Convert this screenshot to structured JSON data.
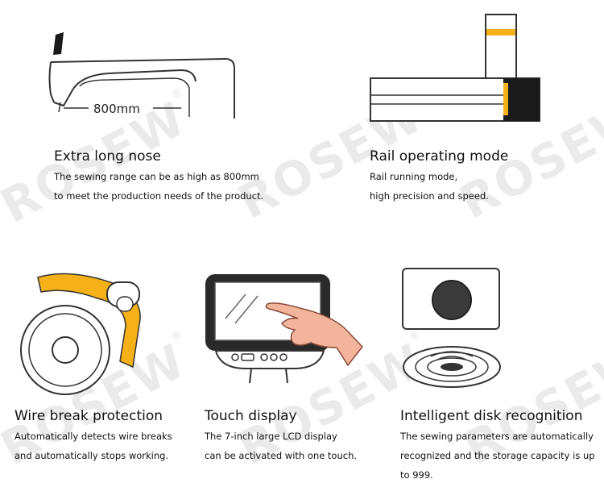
{
  "watermark": {
    "brand": "ROSEW",
    "mark": "®"
  },
  "features": {
    "nose": {
      "title": "Extra long nose",
      "lines": [
        "The sewing range can be as high as 800mm",
        "to meet the production needs of the product."
      ],
      "dimension": "800mm"
    },
    "rail": {
      "title": "Rail operating mode",
      "lines": [
        "Rail running mode,",
        "high precision and speed."
      ]
    },
    "wire": {
      "title": "Wire break protection",
      "lines": [
        "Automatically detects wire breaks",
        "and automatically stops working."
      ]
    },
    "touch": {
      "title": "Touch display",
      "lines": [
        "The 7-inch large LCD display",
        "can be activated with one touch."
      ]
    },
    "disk": {
      "title": "Intelligent disk recognition",
      "lines": [
        "The sewing parameters are automatically",
        "recognized and the storage capacity is up",
        "to 999."
      ]
    }
  },
  "colors": {
    "accent": "#f5b117",
    "line": "#333333",
    "dark": "#1a1a1a"
  }
}
